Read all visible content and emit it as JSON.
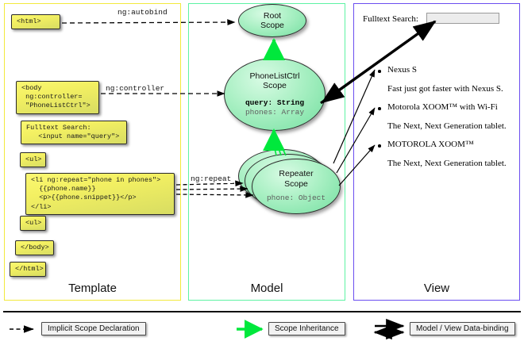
{
  "diagram": {
    "title": "AngularJS Template / Model / View scope diagram"
  },
  "panels": [
    {
      "id": "template",
      "label": "Template",
      "border_color": "#f2e93c"
    },
    {
      "id": "model",
      "label": "Model",
      "border_color": "#5df2a4"
    },
    {
      "id": "view",
      "label": "View",
      "border_color": "#6b4ef0"
    }
  ],
  "template": {
    "boxes": [
      {
        "name": "html-open-box",
        "text": "<html>"
      },
      {
        "name": "body-box",
        "text": "<body\n ng:controller=\n \"PhoneListCtrl\">"
      },
      {
        "name": "fulltext-search-box",
        "text": "Fulltext Search:\n   <input name=\"query\">"
      },
      {
        "name": "ul-open-box",
        "text": "<ul>"
      },
      {
        "name": "li-repeat-box",
        "text": "<li ng:repeat=\"phone in phones\">\n  {{phone.name}}\n  <p>{{phone.snippet}}</p>\n</li>"
      },
      {
        "name": "ul-close-box",
        "text": "<ul>"
      },
      {
        "name": "body-close-box",
        "text": "</body>"
      },
      {
        "name": "html-close-box",
        "text": "</html>"
      }
    ]
  },
  "connector_labels": {
    "autobind": "ng:autobind",
    "controller": "ng:controller",
    "repeat": "ng:repeat"
  },
  "model": {
    "scopes": [
      {
        "name": "root-scope",
        "title_lines": [
          "Root",
          "Scope"
        ],
        "properties": []
      },
      {
        "name": "phonelistctrl-scope",
        "title_lines": [
          "PhoneListCtrl",
          "Scope"
        ],
        "properties": [
          {
            "text": "query: String",
            "emphasis": "strong"
          },
          {
            "text": "phones: Array",
            "emphasis": "dim"
          }
        ]
      },
      {
        "name": "repeater-scope",
        "title_lines": [
          "Repeater",
          "Scope"
        ],
        "properties": [
          {
            "text": "phone: Object",
            "emphasis": "dim"
          }
        ]
      }
    ]
  },
  "view": {
    "search_label": "Fulltext Search:",
    "search_value": "",
    "search_placeholder": "",
    "phones": [
      {
        "name": "Nexus S",
        "snippet": "Fast just got faster with Nexus S."
      },
      {
        "name": "Motorola XOOM™  with Wi-Fi",
        "snippet": "The Next, Next Generation tablet."
      },
      {
        "name": "MOTOROLA XOOM™",
        "snippet": "The Next, Next Generation tablet."
      }
    ]
  },
  "legend": [
    {
      "name": "legend-implicit-scope-declaration",
      "label": "Implicit Scope Declaration",
      "style": "dashed-arrow",
      "color": "#000000"
    },
    {
      "name": "legend-scope-inheritance",
      "label": "Scope Inheritance",
      "style": "solid-arrow",
      "color": "#00e83c"
    },
    {
      "name": "legend-model-view-data-binding",
      "label": "Model / View Data-binding",
      "style": "double-arrow",
      "color": "#000000"
    }
  ],
  "colors": {
    "template_border": "#f2e93c",
    "model_border": "#5df2a4",
    "view_border": "#6b4ef0",
    "code_box_fill": "#f3f062",
    "scope_fill": "#8ee8b0",
    "inheritance_arrow": "#00e83c"
  }
}
